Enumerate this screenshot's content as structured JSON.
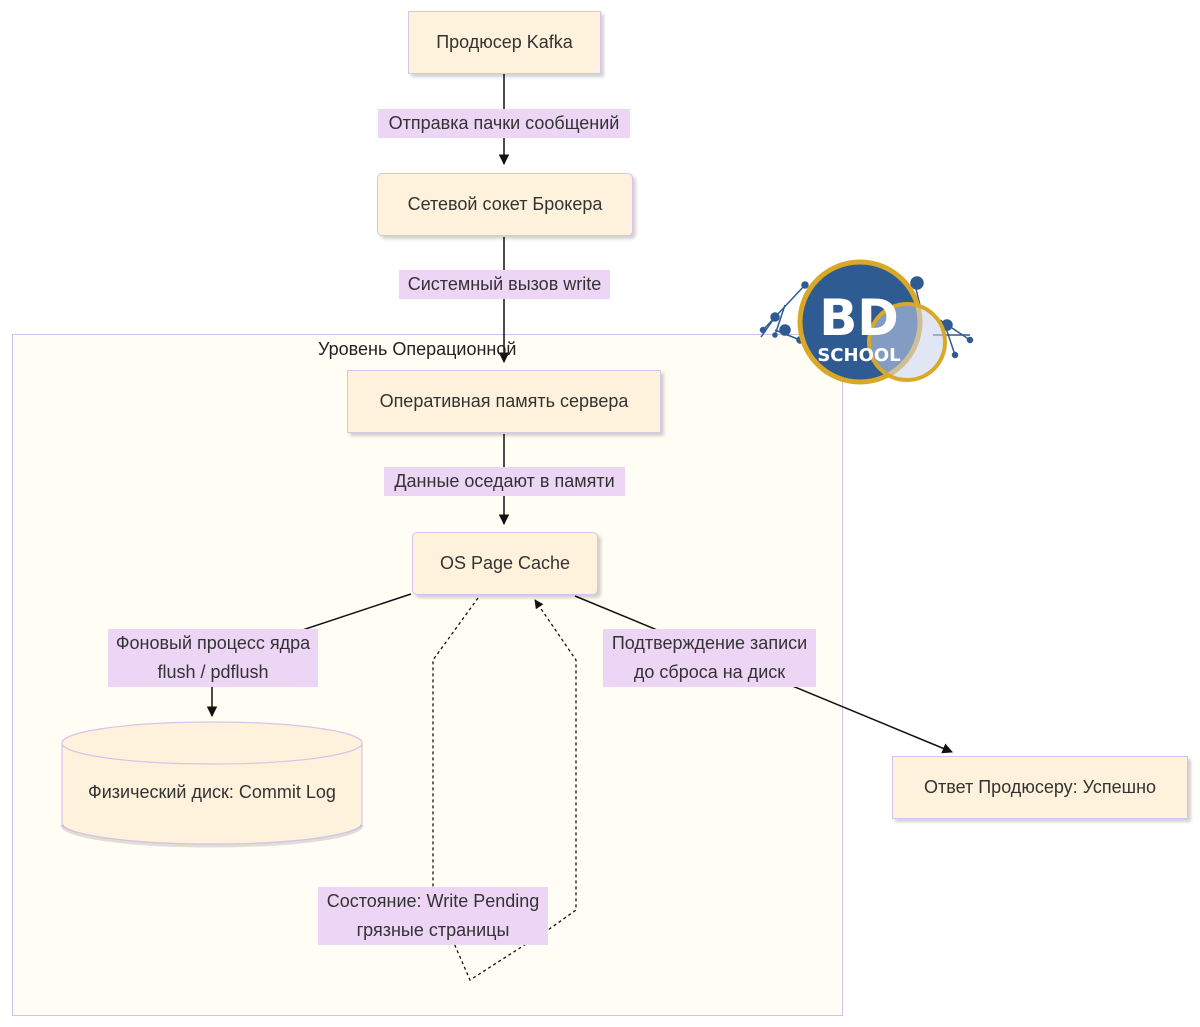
{
  "diagram": {
    "cluster_title": "Уровень Операционной",
    "nodes": {
      "producer": "Продюсер Kafka",
      "socket": "Сетевой сокет Брокера",
      "ram": "Оперативная память сервера",
      "page_cache": "OS Page Cache",
      "disk": "Физический диск: Commit Log",
      "response": "Ответ Продюсеру: Успешно"
    },
    "edges": {
      "send_batch": "Отправка пачки сообщений",
      "write_syscall": "Системный вызов write",
      "data_settles": "Данные оседают в памяти",
      "flush_line1": "Фоновый процесс ядра",
      "flush_line2": "flush / pdflush",
      "ack_line1": "Подтверждение записи",
      "ack_line2": "до сброса на диск",
      "pending_line1": "Состояние: Write Pending",
      "pending_line2": "грязные страницы"
    },
    "logo": {
      "line1": "BD",
      "line2": "SCHOOL"
    },
    "colors": {
      "node_fill": "#fff2dc",
      "node_border": "#d8c3ea",
      "edge_label_bg": "#ecd5f5",
      "cluster_fill": "#fffdf4",
      "logo_blue": "#2f5b93",
      "logo_gold": "#d9a826"
    }
  }
}
